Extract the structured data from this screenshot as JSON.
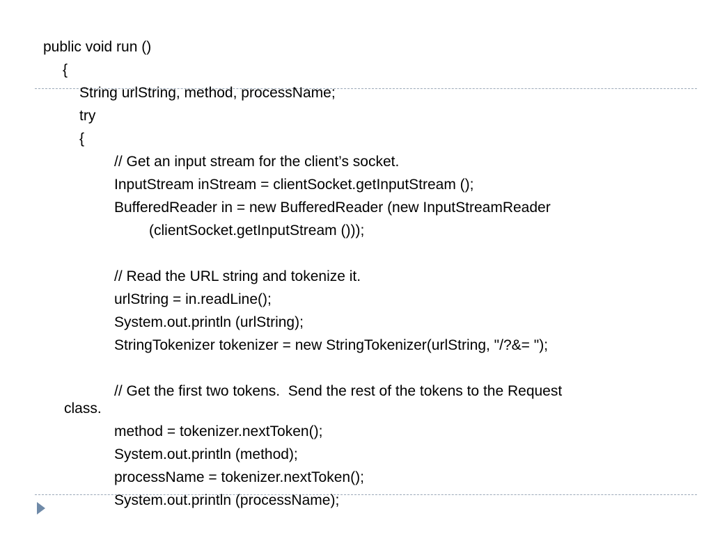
{
  "slide": {
    "lines": [
      "public void run ()",
      "{",
      "String urlString, method, processName;",
      "try",
      "{",
      "// Get an input stream for the client’s socket.",
      "InputStream inStream = clientSocket.getInputStream ();",
      "BufferedReader in = new BufferedReader (new InputStreamReader",
      "(clientSocket.getInputStream ()));",
      "// Read the URL string and tokenize it.",
      "urlString = in.readLine();",
      "System.out.println (urlString);",
      "StringTokenizer tokenizer = new StringTokenizer(urlString, \"/?&= \");",
      "// Get the first two tokens.  Send the rest of the tokens to the Request",
      "class.",
      "method = tokenizer.nextToken();",
      "System.out.println (method);",
      "processName = tokenizer.nextToken();",
      "System.out.println (processName);"
    ],
    "bullet_icon": "triangle-bullet-icon",
    "accent_color": "#6f8aa8",
    "rule_color": "#9aa8b8"
  }
}
